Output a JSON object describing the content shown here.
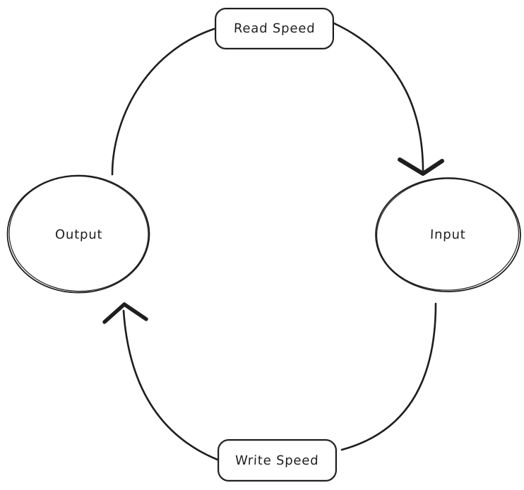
{
  "diagram": {
    "background_color": "#ffffff",
    "stroke_color": "#1e1e1e",
    "style": "hand-drawn-sketch",
    "nodes": [
      {
        "id": "read-speed",
        "label": "Read Speed",
        "shape": "rounded-rectangle",
        "position": "top"
      },
      {
        "id": "input",
        "label": "Input",
        "shape": "ellipse",
        "position": "right"
      },
      {
        "id": "write-speed",
        "label": "Write Speed",
        "shape": "rounded-rectangle",
        "position": "bottom"
      },
      {
        "id": "output",
        "label": "Output",
        "shape": "ellipse",
        "position": "left"
      }
    ],
    "edges": [
      {
        "from": "output",
        "to": "read-speed",
        "arrowhead": false,
        "curve": "up-right"
      },
      {
        "from": "read-speed",
        "to": "input",
        "arrowhead": true,
        "curve": "down-right"
      },
      {
        "from": "input",
        "to": "write-speed",
        "arrowhead": false,
        "curve": "down-left"
      },
      {
        "from": "write-speed",
        "to": "output",
        "arrowhead": true,
        "curve": "up-left"
      }
    ]
  }
}
